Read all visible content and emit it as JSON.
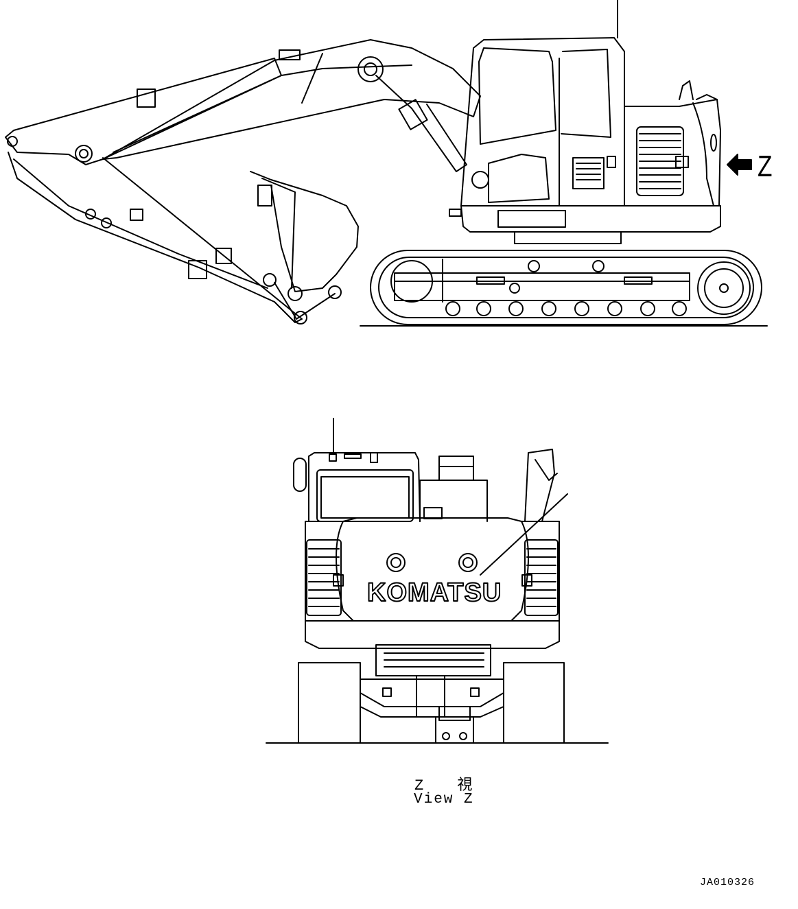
{
  "labels": {
    "arrow_view": "Z",
    "view_title_jp": "Z 視",
    "view_title_en": "View Z",
    "drawing_number": "JA010326",
    "brand_logo": "KOMATSU"
  }
}
